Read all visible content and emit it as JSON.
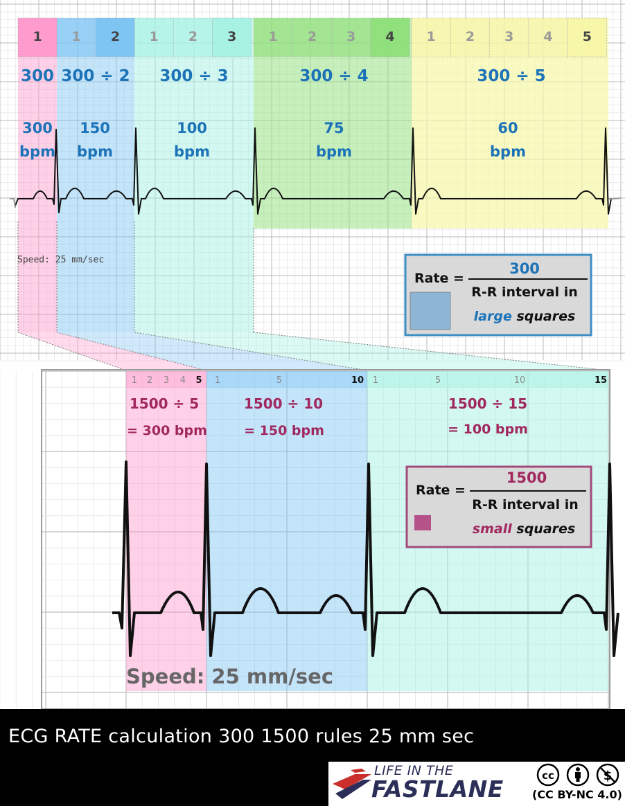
{
  "colors": {
    "pink": "#ff99cc",
    "blue": "#7cc4f4",
    "cyan": "#a6f2e4",
    "green": "#8ee07a",
    "yellow": "#f7f6a8",
    "blue_text": "#1c73b8",
    "magenta_text": "#a0285e",
    "large_box_border": "#3c8ec4",
    "small_box_border": "#a34a7c",
    "large_swatch": "#8db5d6",
    "small_swatch": "#b5528a",
    "grid": "#c8c8c8",
    "trace": "#111111"
  },
  "top_section": {
    "segments": [
      {
        "color_key": "pink",
        "numbers": [
          "1"
        ],
        "formula": "300",
        "rate": "300",
        "unit": "bpm"
      },
      {
        "color_key": "blue",
        "numbers": [
          "1",
          "2"
        ],
        "formula": "300 ÷ 2",
        "rate": "150",
        "unit": "bpm"
      },
      {
        "color_key": "cyan",
        "numbers": [
          "1",
          "2",
          "3"
        ],
        "formula": "300 ÷ 3",
        "rate": "100",
        "unit": "bpm"
      },
      {
        "color_key": "green",
        "numbers": [
          "1",
          "2",
          "3",
          "4"
        ],
        "formula": "300 ÷ 4",
        "rate": "75",
        "unit": "bpm"
      },
      {
        "color_key": "yellow",
        "numbers": [
          "1",
          "2",
          "3",
          "4",
          "5"
        ],
        "formula": "300 ÷ 5",
        "rate": "60",
        "unit": "bpm"
      }
    ],
    "speed": "Speed: 25 mm/sec",
    "rule_box": {
      "label": "Rate =",
      "numerator": "300",
      "denominator_line1": "R-R interval in",
      "denominator_em": "large",
      "denominator_rest": " squares"
    }
  },
  "bottom_section": {
    "segments": [
      {
        "color_key": "pink",
        "ticks": [
          "1",
          "2",
          "3",
          "4",
          "5"
        ],
        "formula": "1500 ÷ 5",
        "result": "= 300 bpm"
      },
      {
        "color_key": "blue",
        "ticks": [
          "1",
          "5",
          "10"
        ],
        "formula": "1500 ÷ 10",
        "result": "= 150 bpm"
      },
      {
        "color_key": "cyan",
        "ticks": [
          "1",
          "5",
          "10",
          "15"
        ],
        "formula": "1500 ÷ 15",
        "result": "= 100 bpm"
      }
    ],
    "speed": "Speed: 25 mm/sec",
    "rule_box": {
      "label": "Rate =",
      "numerator": "1500",
      "denominator_line1": "R-R interval in",
      "denominator_em": "small",
      "denominator_rest": " squares"
    }
  },
  "caption": "ECG RATE calculation 300 1500 rules 25 mm sec",
  "logo": {
    "line1": "LIFE IN THE",
    "line2": "FASTLANE",
    "license": "(CC BY-NC 4.0)",
    "icons": [
      "cc-icon",
      "attribution-icon",
      "noncommercial-icon"
    ]
  }
}
